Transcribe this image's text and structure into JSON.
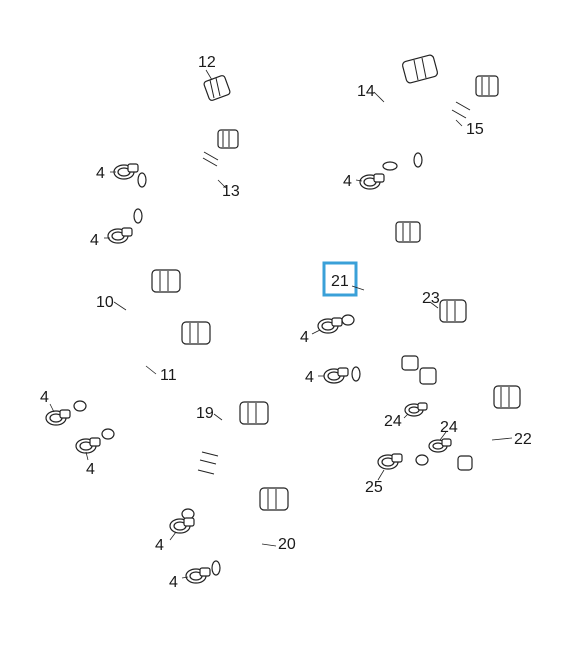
{
  "callouts": {
    "c12": "12",
    "c13": "13",
    "c14": "14",
    "c15": "15",
    "c10": "10",
    "c11": "11",
    "c19": "19",
    "c20": "20",
    "c21": "21",
    "c22": "22",
    "c23": "23",
    "c24a": "24",
    "c24b": "24",
    "c25": "25",
    "c4_a": "4",
    "c4_b": "4",
    "c4_c": "4",
    "c4_d": "4",
    "c4_e": "4",
    "c4_f": "4",
    "c4_g": "4",
    "c4_h": "4",
    "c4_i": "4"
  },
  "colors": {
    "highlight": "#3aa0d8",
    "line": "#222222"
  }
}
